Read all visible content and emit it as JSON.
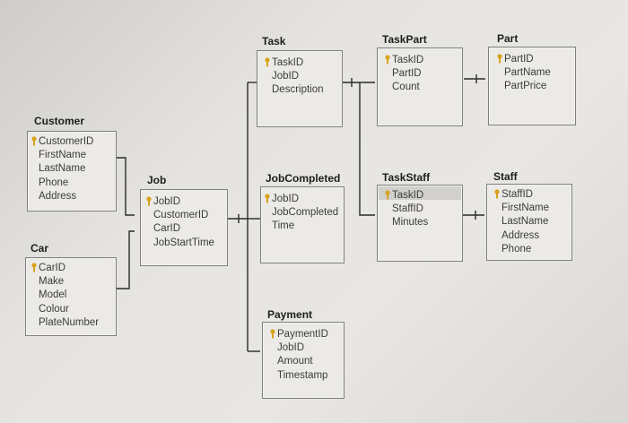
{
  "entities": {
    "customer": {
      "title": "Customer",
      "fields": [
        "CustomerID",
        "FirstName",
        "LastName",
        "Phone",
        "Address"
      ]
    },
    "car": {
      "title": "Car",
      "fields": [
        "CarID",
        "Make",
        "Model",
        "Colour",
        "PlateNumber"
      ]
    },
    "job": {
      "title": "Job",
      "fields": [
        "JobID",
        "CustomerID",
        "CarID",
        "JobStartTime"
      ]
    },
    "task": {
      "title": "Task",
      "fields": [
        "TaskID",
        "JobID",
        "Description"
      ]
    },
    "jobcompleted": {
      "title": "JobCompleted",
      "fields": [
        "JobID",
        "JobCompleted",
        "Time"
      ]
    },
    "payment": {
      "title": "Payment",
      "fields": [
        "PaymentID",
        "JobID",
        "Amount",
        "Timestamp"
      ]
    },
    "taskpart": {
      "title": "TaskPart",
      "fields": [
        "TaskID",
        "PartID",
        "Count"
      ]
    },
    "part": {
      "title": "Part",
      "fields": [
        "PartID",
        "PartName",
        "PartPrice"
      ]
    },
    "taskstaff": {
      "title": "TaskStaff",
      "fields": [
        "TaskID",
        "StaffID",
        "Minutes"
      ]
    },
    "staff": {
      "title": "Staff",
      "fields": [
        "StaffID",
        "FirstName",
        "LastName",
        "Address",
        "Phone"
      ]
    }
  },
  "colors": {
    "key_icon": "#d9a21b",
    "line": "#2a2a2a",
    "box_border": "#7f7f7f"
  }
}
